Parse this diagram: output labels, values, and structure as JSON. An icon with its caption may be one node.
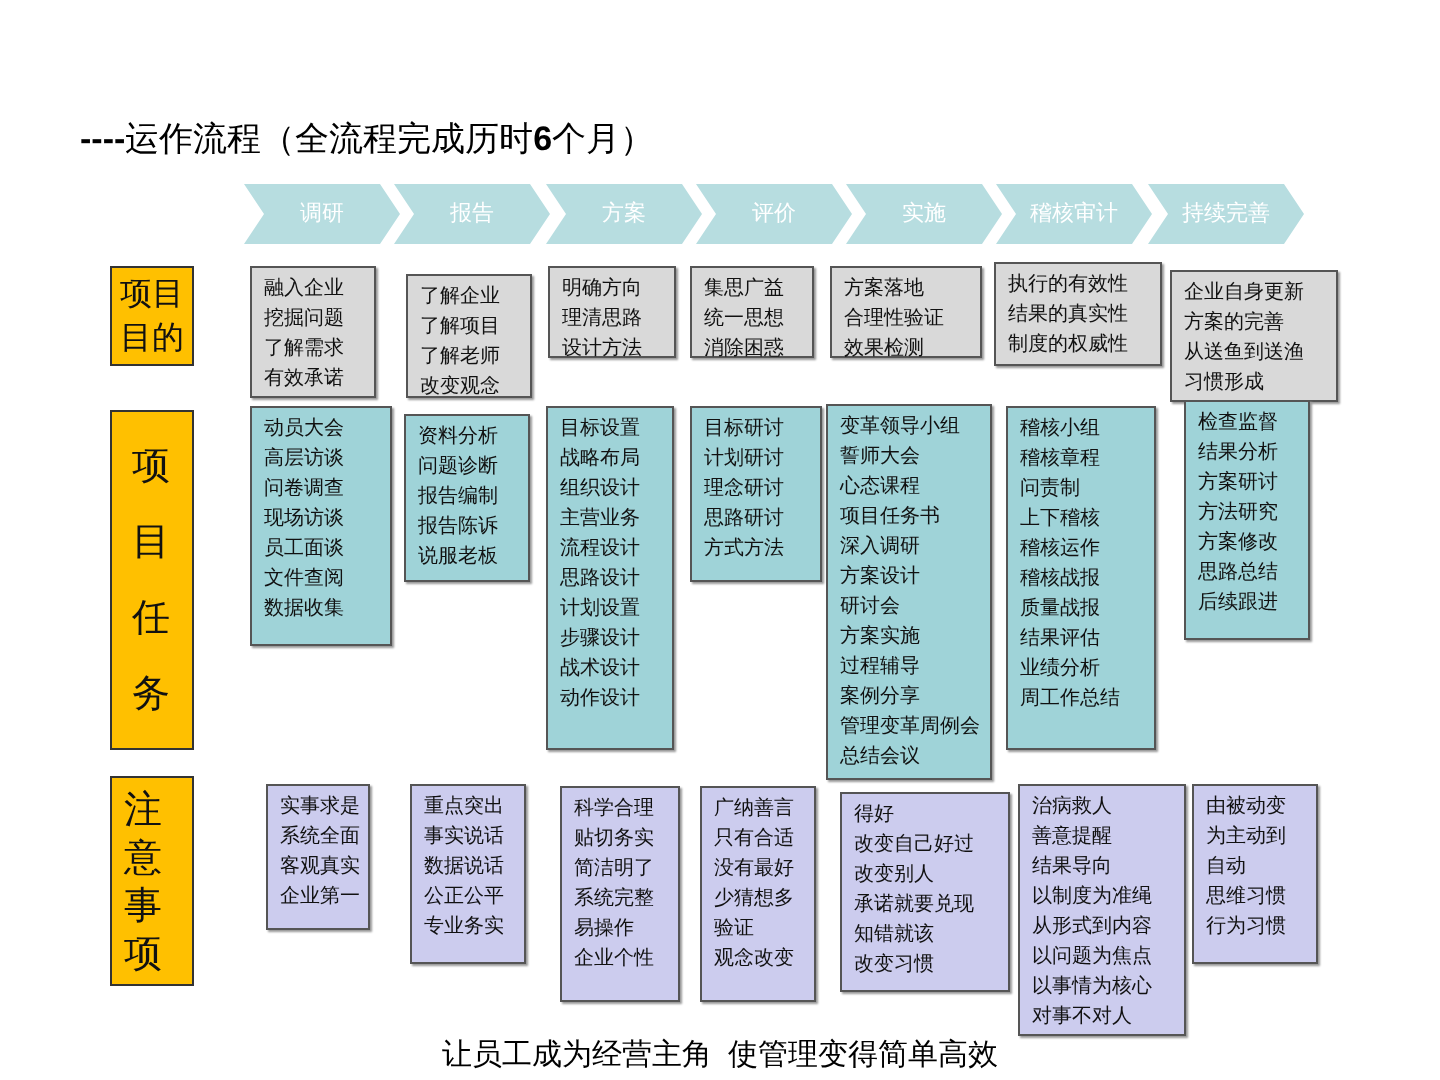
{
  "diagram": {
    "title": "**----**运作流程（全流程完成历时**6**个月）",
    "caption": "让员工成为经营主角  使管理变得简单高效",
    "nodes": [
      {
        "text": [
          "调研"
        ]
      },
      {
        "text": [
          "报告"
        ]
      },
      {
        "text": [
          "方案"
        ]
      },
      {
        "text": [
          "评价"
        ]
      },
      {
        "text": [
          "实施"
        ]
      },
      {
        "text": [
          "稽核审计"
        ]
      },
      {
        "text": [
          "持续完善"
        ]
      },
      {
        "text": [
          "项目目的"
        ]
      },
      {
        "text": [
          "融入企业",
          "挖掘问题",
          "了解需求",
          "有效承诺"
        ]
      },
      {
        "text": [
          "了解企业",
          "了解项目",
          "了解老师",
          "改变观念"
        ]
      },
      {
        "text": [
          "明确方向",
          "理清思路",
          "设计方法"
        ]
      },
      {
        "text": [
          "集思广益",
          "统一思想",
          "消除困惑"
        ]
      },
      {
        "text": [
          "方案落地",
          "合理性验证",
          "效果检测"
        ]
      },
      {
        "text": [
          "执行的有效性",
          "结果的真实性",
          "制度的权威性"
        ]
      },
      {
        "text": [
          "企业自身更新",
          "方案的完善",
          "从送鱼到送渔",
          "习惯形成"
        ]
      },
      {
        "text": [
          "项目任务"
        ]
      },
      {
        "text": [
          "动员大会",
          "高层访谈",
          "问卷调查",
          "现场访谈",
          "员工面谈",
          "文件查阅",
          "数据收集"
        ]
      },
      {
        "text": [
          "资料分析",
          "问题诊断",
          "报告编制",
          "报告陈诉",
          "说服老板"
        ]
      },
      {
        "text": [
          "目标设置",
          "战略布局",
          "组织设计",
          "主营业务",
          "流程设计",
          "思路设计",
          "计划设置",
          "步骤设计",
          "战术设计",
          "动作设计"
        ]
      },
      {
        "text": [
          "目标研讨",
          "计划研讨",
          "理念研讨",
          "思路研讨",
          "方式方法"
        ]
      },
      {
        "text": [
          "变革领导小组",
          "誓师大会",
          "心态课程",
          "项目任务书",
          "深入调研",
          "方案设计",
          "研讨会",
          "方案实施",
          "过程辅导",
          "案例分享",
          "管理变革周例会",
          "总结会议"
        ]
      },
      {
        "text": [
          "稽核小组",
          "稽核章程",
          "问责制",
          "上下稽核",
          "稽核运作",
          "稽核战报",
          "质量战报",
          "结果评估",
          "业绩分析",
          "周工作总结"
        ]
      },
      {
        "text": [
          "检查监督",
          "结果分析",
          "方案研讨",
          "方法研究",
          "方案修改",
          "思路总结",
          "后续跟进"
        ]
      },
      {
        "text": [
          "注意事项"
        ]
      },
      {
        "text": [
          "实事求是",
          "系统全面",
          "客观真实",
          "企业第一"
        ]
      },
      {
        "text": [
          "重点突出",
          "事实说话",
          "数据说话",
          "公正公平",
          "专业务实"
        ]
      },
      {
        "text": [
          "科学合理",
          "贴切务实",
          "简洁明了",
          "系统完整",
          "易操作",
          "企业个性"
        ]
      },
      {
        "text": [
          "广纳善言",
          "只有合适",
          "没有最好",
          "少猜想多",
          "验证",
          "观念改变"
        ]
      },
      {
        "text": [
          "得好",
          "改变自己好过",
          "改变别人",
          "承诺就要兑现",
          "知错就该",
          "改变习惯"
        ]
      },
      {
        "text": [
          "治病救人",
          "善意提醒",
          "结果导向",
          "以制度为准绳",
          "从形式到内容",
          "以问题为焦点",
          "以事情为核心",
          "对事不对人"
        ]
      },
      {
        "text": [
          "由被动变为主动到自动",
          "思维习惯",
          "行为习惯"
        ]
      }
    ]
  }
}
